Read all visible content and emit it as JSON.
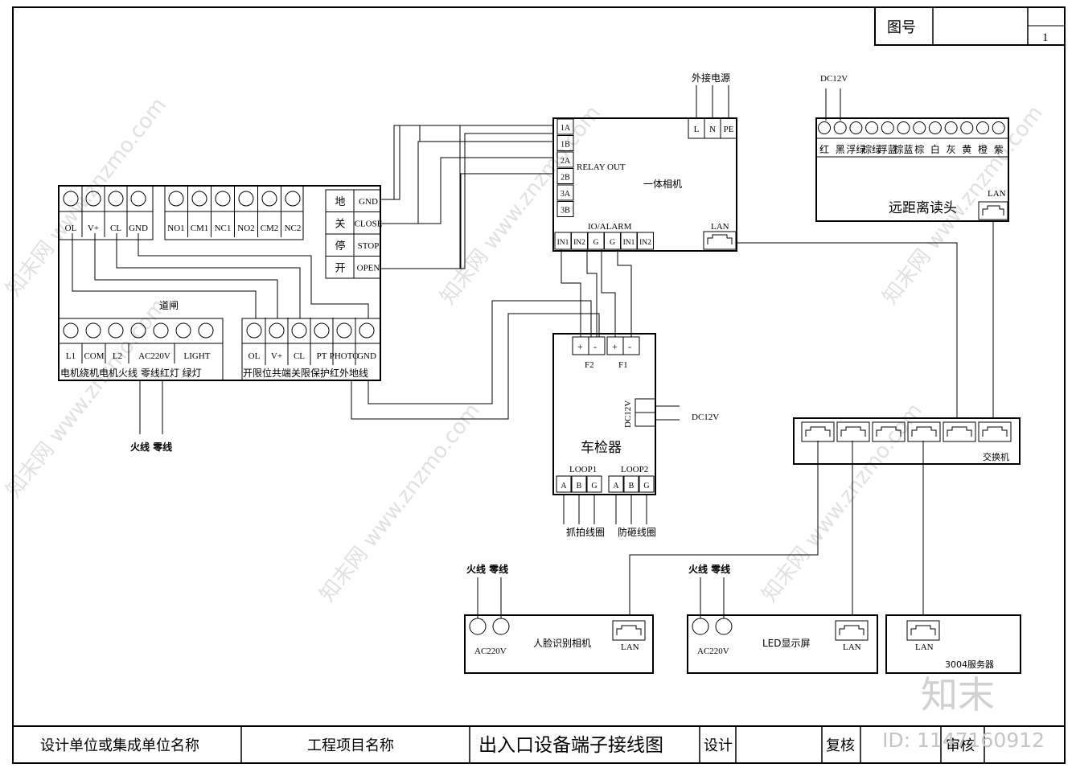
{
  "title_block": {
    "drawing_no_label": "图号",
    "sheet_no": "1",
    "design_unit": "设计单位或集成单位名称",
    "project_name": "工程项目名称",
    "drawing_title": "出入口设备端子接线图",
    "design": "设计",
    "review": "复核",
    "audit": "审核"
  },
  "camera": {
    "label": "一体相机",
    "relay_out": "RELAY OUT",
    "relay_terminals": [
      "1A",
      "1B",
      "2A",
      "2B",
      "3A",
      "3B"
    ],
    "io_alarm": "IO/ALARM",
    "io_terminals": [
      "IN1",
      "IN2",
      "G",
      "G",
      "IN1",
      "IN2"
    ],
    "lan": "LAN",
    "power_label": "外接电源",
    "power_terminals": [
      "L",
      "N",
      "PE"
    ]
  },
  "reader": {
    "label": "远距离读头",
    "power": "DC12V",
    "wires": [
      "红",
      "黑",
      "浮绿",
      "棕绿",
      "浮蓝",
      "棕蓝",
      "棕",
      "白",
      "灰",
      "黄",
      "橙",
      "紫"
    ],
    "lan": "LAN"
  },
  "gate": {
    "label": "道闸",
    "top_left_terms": [
      "OL",
      "V+",
      "CL",
      "GND"
    ],
    "top_mid_terms": [
      "NO1",
      "CM1",
      "NC1",
      "NO2",
      "CM2",
      "NC2"
    ],
    "control_rows": [
      {
        "cn": "地",
        "en": "GND"
      },
      {
        "cn": "关",
        "en": "CLOSE"
      },
      {
        "cn": "停",
        "en": "STOP"
      },
      {
        "cn": "开",
        "en": "OPEN"
      }
    ],
    "bottom_left_terms": [
      "L1",
      "COM",
      "L2",
      "AC220V",
      "LIGHT"
    ],
    "bottom_left_desc": "电机绕机电机火线 零线红灯 绿灯",
    "bottom_right_terms": [
      "OL",
      "V+",
      "CL",
      "PT",
      "PHOTO",
      "GND"
    ],
    "bottom_right_desc": "开限位共端关限保护红外地线",
    "mains": "火线 零线"
  },
  "detector": {
    "label": "车检器",
    "f2": "F2",
    "f1": "F1",
    "plus": "+",
    "minus": "-",
    "power_side": "DC12V",
    "power_out": "DC12V",
    "loop1": "LOOP1",
    "loop2": "LOOP2",
    "loop_terms": [
      "A",
      "B",
      "G"
    ],
    "coil1": "抓拍线圈",
    "coil2": "防砸线圈"
  },
  "switch": {
    "label": "交换机",
    "ports": 6
  },
  "face_camera": {
    "label": "人脸识别相机",
    "mains": "火线 零线",
    "ac": "AC220V",
    "lan": "LAN"
  },
  "led": {
    "label": "LED显示屏",
    "mains": "火线 零线",
    "ac": "AC220V",
    "lan": "LAN"
  },
  "server": {
    "label": "3004服务器",
    "lan": "LAN"
  },
  "watermark": {
    "site": "知末网 www.znzmo.com",
    "logo": "知末",
    "id": "ID: 1147160912"
  }
}
